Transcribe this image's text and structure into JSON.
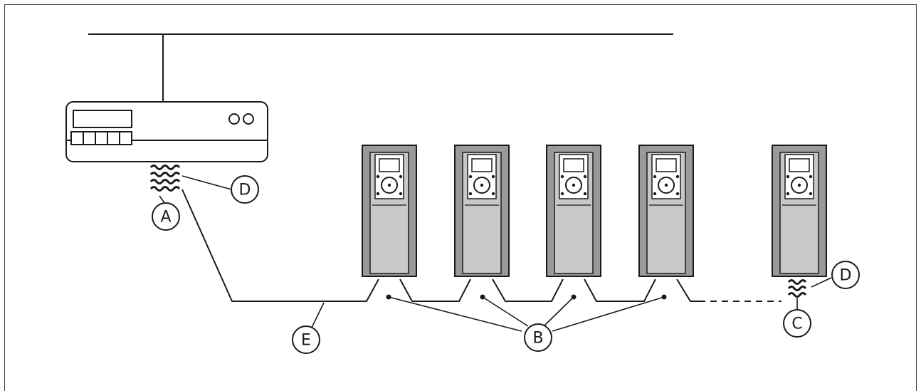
{
  "diagram": {
    "callouts": {
      "a": "A",
      "b": "B",
      "c": "C",
      "d_master": "D",
      "d_last": "D",
      "e": "E"
    },
    "drive_count": 5,
    "colors": {
      "line": "#1a1a1a",
      "drive_body": "#9a9a9a",
      "drive_panel": "#c8c8c8",
      "frame": "#3a3a3a"
    }
  }
}
